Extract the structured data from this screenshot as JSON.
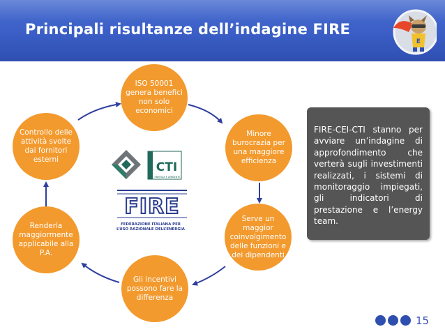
{
  "slide": {
    "title": "Principali risultanze dell’indagine FIRE",
    "page_number": "15"
  },
  "cycle": {
    "items": [
      {
        "label": "ISO 50001 genera benefici non solo economici"
      },
      {
        "label": "Minore burocrazia per una maggiore efficienza"
      },
      {
        "label": "Serve un maggior coinvolgimento delle funzioni e dei dipendenti"
      },
      {
        "label": "Gli incentivi possono fare la differenza"
      },
      {
        "label": "Renderla maggiormente applicabile alla P.A."
      },
      {
        "label": "Controllo delle attività svolte dai fornitori esterni"
      }
    ]
  },
  "logos": {
    "cti_text": "CTI",
    "cti_side": "ENERGIA E AMBIENTE",
    "fire_text": "FIRE",
    "fire_caption_1": "FEDERAZIONE ITALIANA PER",
    "fire_caption_2": "L’USO RAZIONALE DELL’ENERGIA"
  },
  "callout": {
    "text": "FIRE-CEI-CTI stanno per avviare un’indagine di approfondimento che verterà sugli investimenti realizzati, i sistemi di monitoraggio impiegati, gli indicatori di prestazione e l’energy team."
  },
  "colors": {
    "header": "#3a5ec6",
    "circle": "#f39a2e",
    "arrow": "#2e3f9e",
    "callout": "#555555",
    "fire_blue": "#2a3d8f"
  }
}
